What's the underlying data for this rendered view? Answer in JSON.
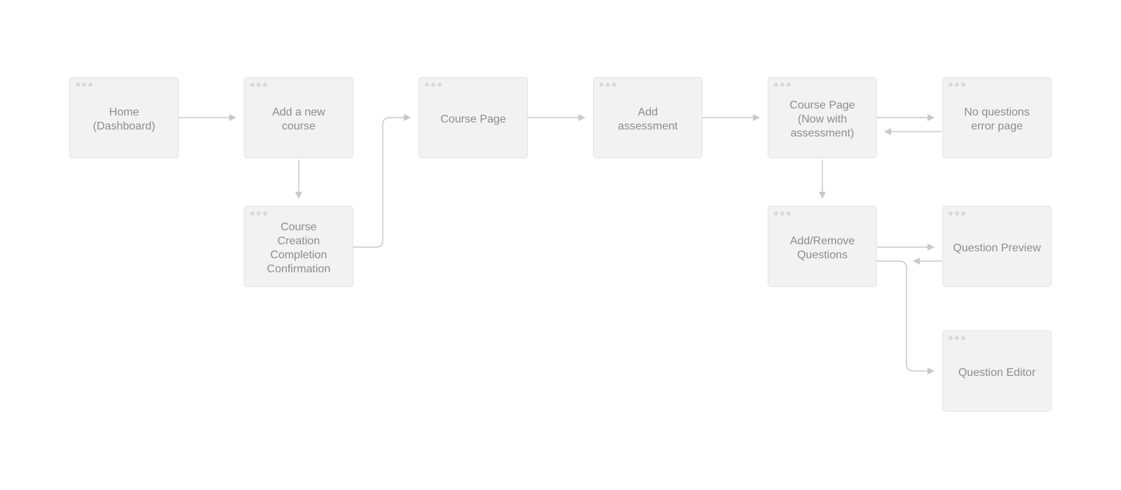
{
  "flow": {
    "screens": {
      "home": "Home\n(Dashboard)",
      "add_course": "Add a new\ncourse",
      "course_confirm": "Course\nCreation\nCompletion\nConfirmation",
      "course_page": "Course Page",
      "add_assessment": "Add\nassessment",
      "course_page_assessment": "Course Page\n(Now with\nassessment)",
      "no_questions": "No questions\nerror page",
      "add_remove": "Add/Remove\nQuestions",
      "question_preview": "Question Preview",
      "question_editor": "Question Editor"
    }
  },
  "colors": {
    "screen_fill": "#f2f2f2",
    "screen_border": "#e2e2e2",
    "label_text": "#8c8c8c",
    "connector": "#c8c8c8"
  }
}
